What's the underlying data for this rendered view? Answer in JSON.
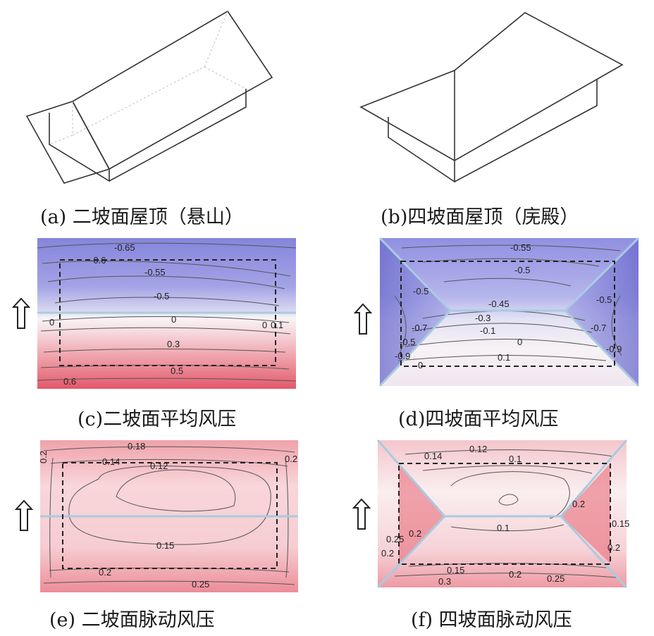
{
  "captions": {
    "a": "(a)  二坡面屋顶（悬山）",
    "b": "(b)四坡面屋顶（庑殿）",
    "c": "(c)二坡面平均风压",
    "d": "(d)四坡面平均风压",
    "e": "(e)  二坡面脉动风压",
    "f": "(f)  四坡面脉动风压"
  },
  "contours": {
    "c": [
      "-0.65",
      "-0.6",
      "-0.55",
      "-0.5",
      "0",
      "0",
      "0",
      "0.1",
      "0.3",
      "0.5",
      "0.6"
    ],
    "d": [
      "-0.55",
      "-0.5",
      "-0.5",
      "-0.45",
      "-0.3",
      "-0.1",
      "0",
      "0.1",
      "0",
      "-0.5",
      "-0.7",
      "-0.9",
      "-0.7",
      "-0.9",
      "-0.5"
    ],
    "e": [
      "0.18",
      "0.14",
      "0.12",
      "0.15",
      "0.2",
      "0.25",
      "0.2",
      "0.2"
    ],
    "f": [
      "0.14",
      "0.12",
      "0.1",
      "0.1",
      "0.15",
      "0.2",
      "0.25",
      "0.3",
      "0.2",
      "0.2",
      "0.15",
      "0.2",
      "0.2",
      "0.25"
    ]
  },
  "colors": {
    "suction": "#8f8fe0",
    "pressure": "#e8707a",
    "neutral": "#f7f4f5",
    "ridge_line": "#a9cbe0"
  },
  "icons": [
    "wind-direction-arrow-icon"
  ]
}
